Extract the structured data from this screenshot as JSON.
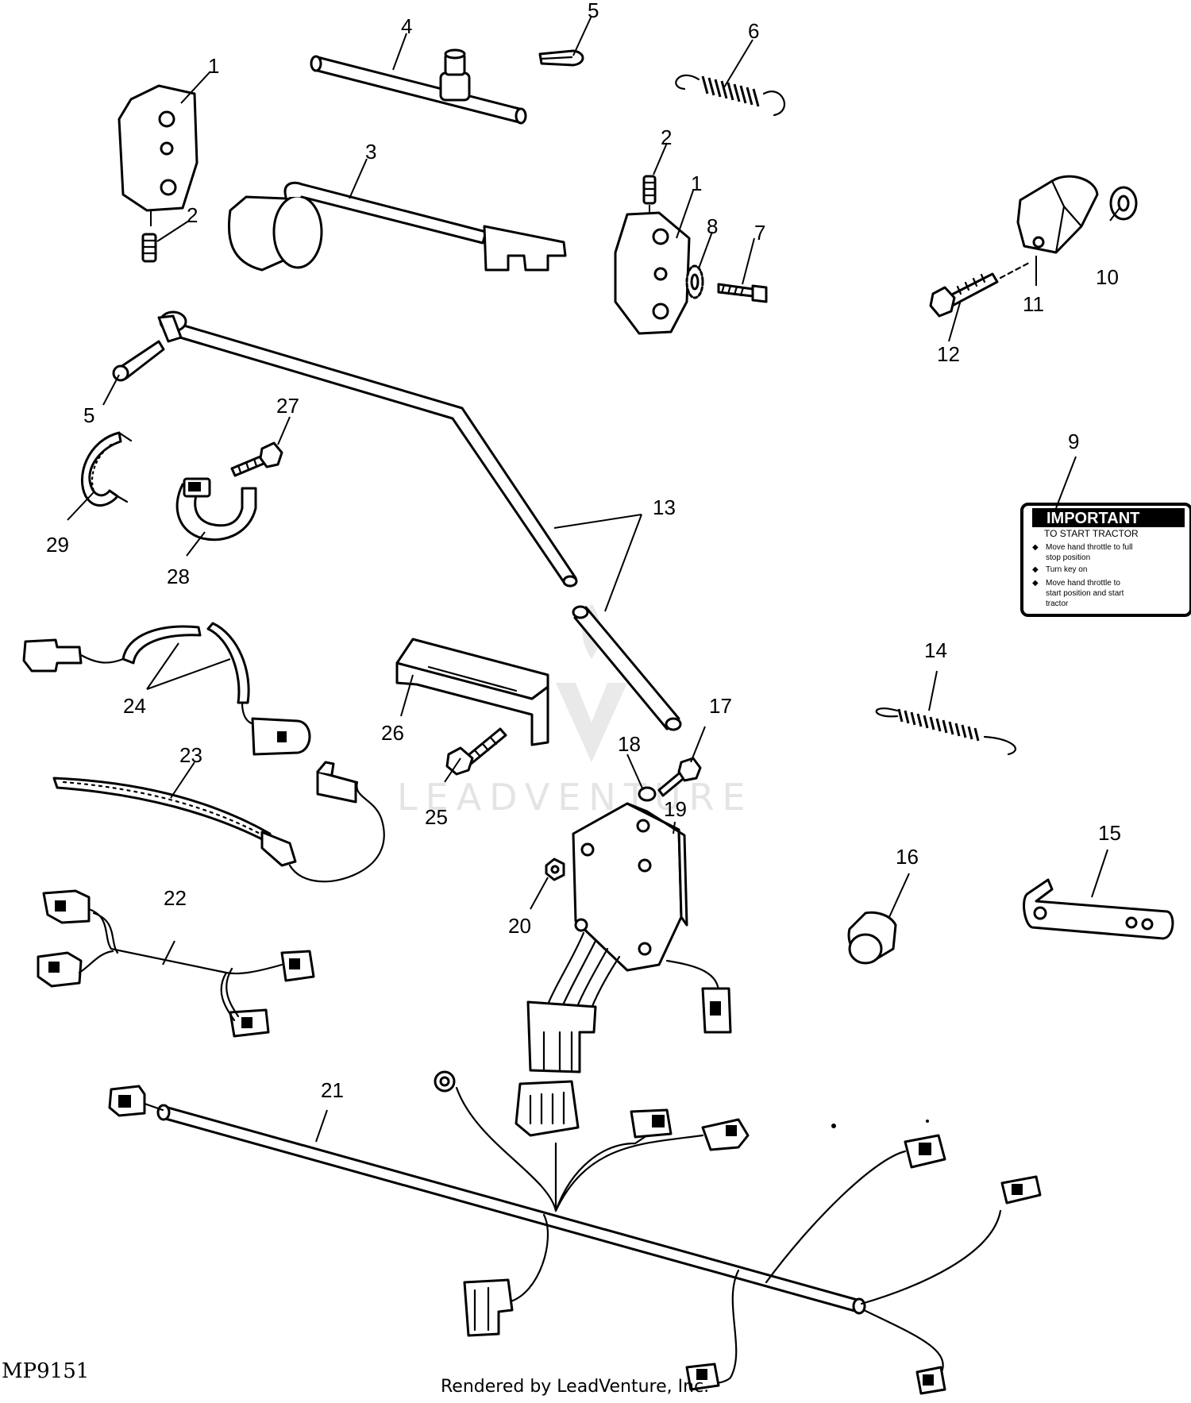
{
  "callouts": {
    "c1a": "1",
    "c1b": "1",
    "c2a": "2",
    "c2b": "2",
    "c3": "3",
    "c4": "4",
    "c5a": "5",
    "c5b": "5",
    "c6": "6",
    "c7": "7",
    "c8": "8",
    "c9": "9",
    "c10": "10",
    "c11": "11",
    "c12": "12",
    "c13": "13",
    "c14": "14",
    "c15": "15",
    "c16": "16",
    "c17": "17",
    "c18": "18",
    "c19": "19",
    "c20": "20",
    "c21": "21",
    "c22": "22",
    "c23": "23",
    "c24": "24",
    "c25": "25",
    "c26": "26",
    "c27": "27",
    "c28": "28",
    "c29": "29"
  },
  "decal": {
    "heading": "IMPORTANT",
    "line1": "TO START TRACTOR",
    "line2": "Move hand throttle to full",
    "line3": "stop position",
    "line4": "Turn key on",
    "line5": "Move hand throttle to",
    "line6": "start position and start",
    "line7": "tractor",
    "bullet": "◆"
  },
  "watermark": "LEADVENTURE",
  "figure_id": "MP9151",
  "credit": "Rendered by LeadVenture, Inc."
}
